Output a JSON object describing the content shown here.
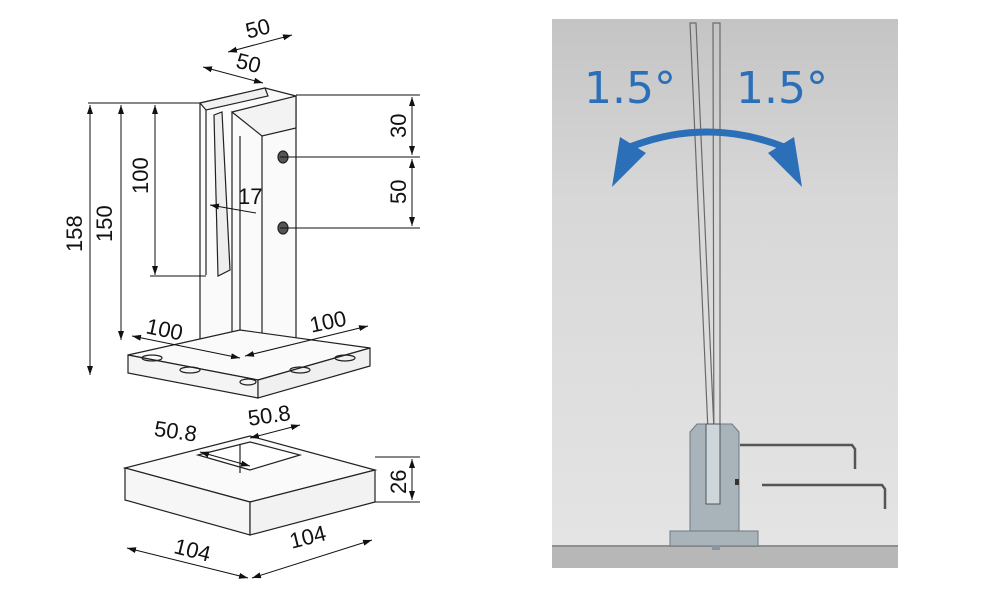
{
  "technical_drawing": {
    "spigot": {
      "top_width_a": "50",
      "top_width_b": "50",
      "dim_total_height": "158",
      "dim_body_height": "150",
      "dim_slot_depth": "100",
      "dim_slot_width": "17",
      "dim_hole_top_offset": "30",
      "dim_hole_spacing": "50",
      "base_width_left": "100",
      "base_width_right": "100"
    },
    "cover_plate": {
      "opening_a": "50.8",
      "opening_b": "50.8",
      "height": "26",
      "width_left": "104",
      "width_right": "104"
    }
  },
  "tilt_illustration": {
    "left_angle": "1.5°",
    "right_angle": "1.5°",
    "accent_color": "#2a6fb8",
    "background_color": "#dcdcdc",
    "floor_color": "#b7b7b7"
  }
}
